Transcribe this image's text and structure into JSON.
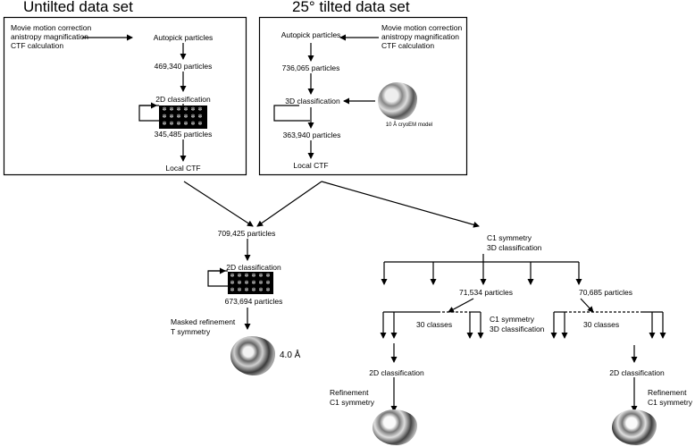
{
  "left": {
    "title": "Untilted data set",
    "preprocess": [
      "Movie motion correction",
      "anistropy magnification",
      "CTF calculation"
    ],
    "autopick": "Autopick particles",
    "count1": "469,340 particles",
    "classification": "2D classification",
    "count2": "345,485 particles",
    "ctf": "Local CTF"
  },
  "right": {
    "title": "25° tilted data set",
    "preprocess": [
      "Movie motion correction",
      "anistropy magnification",
      "CTF calculation"
    ],
    "autopick": "Autopick particles",
    "count1": "736,065 particles",
    "classification": "3D classification",
    "model_label": "10 Å cryoEM model",
    "count2": "363,940 particles",
    "ctf": "Local CTF"
  },
  "merge": {
    "count": "709,425 particles",
    "classification": "2D classification",
    "count2": "673,694 particles",
    "refine": [
      "Masked refinement",
      "T symmetry"
    ],
    "resolution": "4.0 Å"
  },
  "branch": {
    "symmetry": [
      "C1 symmetry",
      "3D classification"
    ],
    "count_a": "71,534 particles",
    "count_b": "70,685 particles",
    "sub_symmetry": [
      "C1 symmetry",
      "3D classification"
    ],
    "classes_a": "30 classes",
    "classes_b": "30 classes",
    "classification_a": "2D classification",
    "classification_b": "2D classification",
    "refine_a": [
      "Refinement",
      "C1 symmetry"
    ],
    "refine_b": [
      "Refinement",
      "C1 symmetry"
    ]
  },
  "glyph": "✲"
}
